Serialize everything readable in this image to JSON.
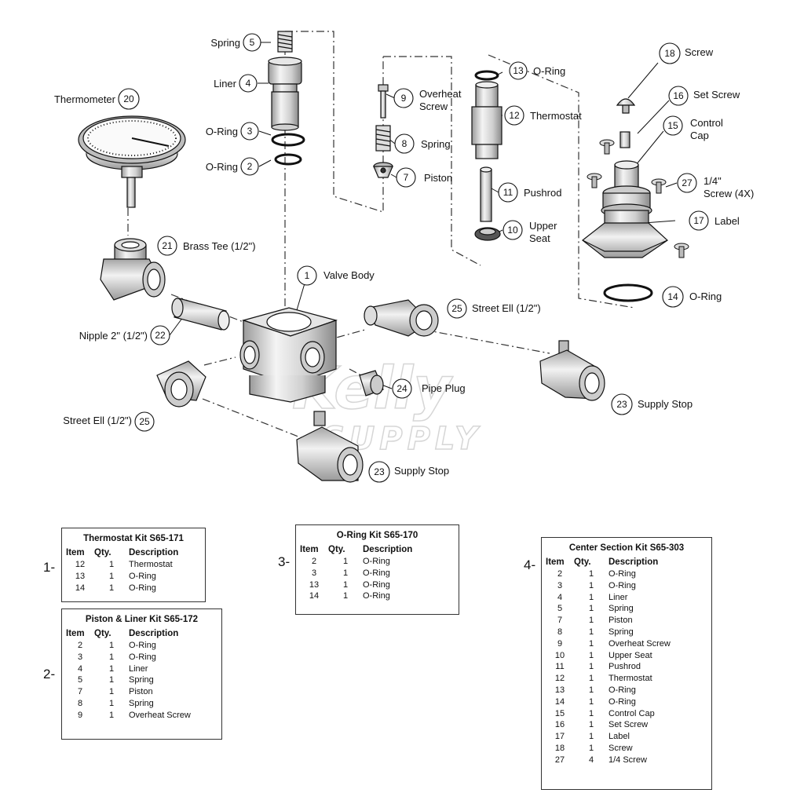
{
  "watermark": {
    "line1": "Kelly",
    "line2": "SUPPLY"
  },
  "callouts": [
    {
      "num": "5",
      "label": "Spring"
    },
    {
      "num": "4",
      "label": "Liner"
    },
    {
      "num": "3",
      "label": "O-Ring"
    },
    {
      "num": "2",
      "label": "O-Ring"
    },
    {
      "num": "20",
      "label": "Thermometer"
    },
    {
      "num": "9",
      "label": "Overheat Screw"
    },
    {
      "num": "8",
      "label": "Spring"
    },
    {
      "num": "7",
      "label": "Piston"
    },
    {
      "num": "13",
      "label": "O-Ring"
    },
    {
      "num": "12",
      "label": "Thermostat"
    },
    {
      "num": "11",
      "label": "Pushrod"
    },
    {
      "num": "10",
      "label": "Upper Seat"
    },
    {
      "num": "18",
      "label": "Screw"
    },
    {
      "num": "16",
      "label": "Set Screw"
    },
    {
      "num": "15",
      "label": "Control Cap"
    },
    {
      "num": "27",
      "label": "1/4\" Screw (4X)"
    },
    {
      "num": "17",
      "label": "Label"
    },
    {
      "num": "14",
      "label": "O-Ring"
    },
    {
      "num": "21",
      "label": "Brass Tee (1/2\")"
    },
    {
      "num": "1",
      "label": "Valve Body"
    },
    {
      "num": "22",
      "label": "Nipple 2\" (1/2\")"
    },
    {
      "num": "25",
      "label": "Street Ell (1/2\")"
    },
    {
      "num": "24",
      "label": "Pipe Plug"
    },
    {
      "num": "23",
      "label": "Supply Stop"
    },
    {
      "num": "25",
      "label": "Street Ell (1/2\")"
    },
    {
      "num": "23",
      "label": "Supply Stop"
    }
  ],
  "kits": [
    {
      "tag": "1-",
      "title": "Thermostat Kit S65-171",
      "headers": {
        "item": "Item",
        "qty": "Qty.",
        "desc": "Description"
      },
      "rows": [
        [
          "12",
          "1",
          "Thermostat"
        ],
        [
          "13",
          "1",
          "O-Ring"
        ],
        [
          "14",
          "1",
          "O-Ring"
        ]
      ]
    },
    {
      "tag": "2-",
      "title": "Piston & Liner Kit S65-172",
      "headers": {
        "item": "Item",
        "qty": "Qty.",
        "desc": "Description"
      },
      "rows": [
        [
          "2",
          "1",
          "O-Ring"
        ],
        [
          "3",
          "1",
          "O-Ring"
        ],
        [
          "4",
          "1",
          "Liner"
        ],
        [
          "5",
          "1",
          "Spring"
        ],
        [
          "7",
          "1",
          "Piston"
        ],
        [
          "8",
          "1",
          "Spring"
        ],
        [
          "9",
          "1",
          "Overheat Screw"
        ]
      ]
    },
    {
      "tag": "3-",
      "title": "O-Ring Kit S65-170",
      "headers": {
        "item": "Item",
        "qty": "Qty.",
        "desc": "Description"
      },
      "rows": [
        [
          "2",
          "1",
          "O-Ring"
        ],
        [
          "3",
          "1",
          "O-Ring"
        ],
        [
          "13",
          "1",
          "O-Ring"
        ],
        [
          "14",
          "1",
          "O-Ring"
        ]
      ]
    },
    {
      "tag": "4-",
      "title": "Center Section Kit S65-303",
      "headers": {
        "item": "Item",
        "qty": "Qty.",
        "desc": "Description"
      },
      "rows": [
        [
          "2",
          "1",
          "O-Ring"
        ],
        [
          "3",
          "1",
          "O-Ring"
        ],
        [
          "4",
          "1",
          "Liner"
        ],
        [
          "5",
          "1",
          "Spring"
        ],
        [
          "7",
          "1",
          "Piston"
        ],
        [
          "8",
          "1",
          "Spring"
        ],
        [
          "9",
          "1",
          "Overheat Screw"
        ],
        [
          "10",
          "1",
          "Upper Seat"
        ],
        [
          "11",
          "1",
          "Pushrod"
        ],
        [
          "12",
          "1",
          "Thermostat"
        ],
        [
          "13",
          "1",
          "O-Ring"
        ],
        [
          "14",
          "1",
          "O-Ring"
        ],
        [
          "15",
          "1",
          "Control Cap"
        ],
        [
          "16",
          "1",
          "Set Screw"
        ],
        [
          "17",
          "1",
          "Label"
        ],
        [
          "18",
          "1",
          "Screw"
        ],
        [
          "27",
          "4",
          "1/4 Screw"
        ]
      ]
    }
  ]
}
